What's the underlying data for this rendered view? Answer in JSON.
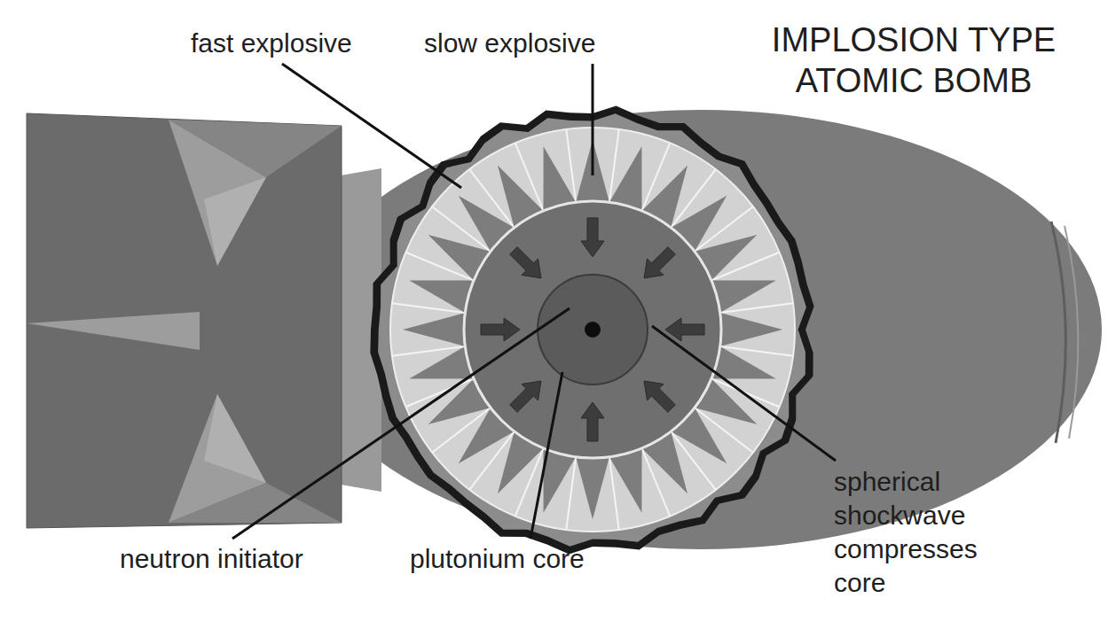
{
  "diagram": {
    "title": "IMPLOSION TYPE ATOMIC BOMB",
    "labels": [
      "fast explosive",
      "slow explosive",
      "neutron initiator",
      "plutonium core",
      "spherical shockwave compresses core"
    ]
  }
}
